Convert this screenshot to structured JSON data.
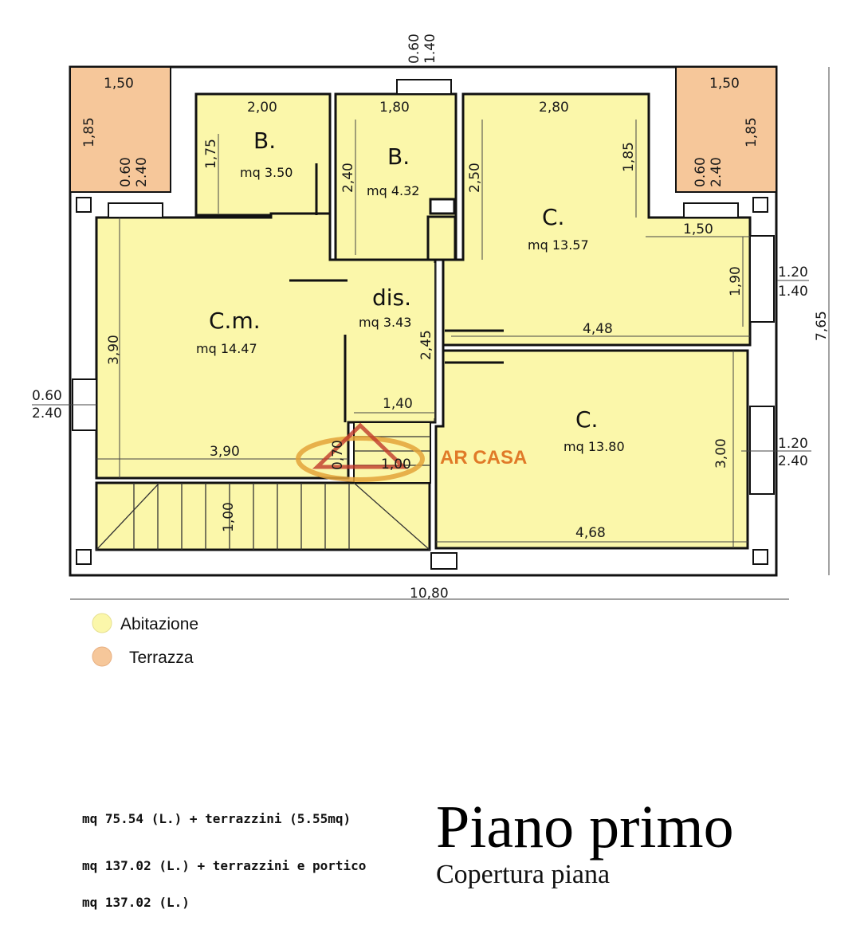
{
  "colors": {
    "abitazione": "#fbf7aa",
    "terrazza": "#f6c79a",
    "wall": "#111111",
    "logo": "#e07a28"
  },
  "legend": {
    "abitazione": "Abitazione",
    "terrazza": "Terrazza"
  },
  "rooms": {
    "bagno1": {
      "name": "B.",
      "area": "mq 3.50"
    },
    "bagno2": {
      "name": "B.",
      "area": "mq 4.32"
    },
    "camera1": {
      "name": "C.",
      "area": "mq 13.57"
    },
    "camera_matrimoniale": {
      "name": "C.m.",
      "area": "mq 14.47"
    },
    "disimpegno": {
      "name": "dis.",
      "area": "mq 3.43"
    },
    "camera2": {
      "name": "C.",
      "area": "mq 13.80"
    }
  },
  "dimensions": {
    "terrace_left_w": "1,50",
    "terrace_left_h": "1,85",
    "terrace_right_w": "1,50",
    "terrace_right_h": "1,85",
    "win_top_a": "0.60",
    "win_top_b": "1.40",
    "win_tl_a": "0.60",
    "win_tl_b": "2.40",
    "win_tr_a": "0.60",
    "win_tr_b": "2.40",
    "b1_w": "2,00",
    "b1_h": "1,75",
    "b2_w": "1,80",
    "b2_h": "2,40",
    "c1_w": "2,80",
    "c1_h": "1,85",
    "c1_h2": "2,50",
    "c1_step": "1,50",
    "c1_side": "1,90",
    "c1_bottom": "4,48",
    "win_r1_a": "1.20",
    "win_r1_b": "1.40",
    "total_h": "7,65",
    "cm_h": "3,90",
    "cm_w": "3,90",
    "dis_h": "2,45",
    "stair_top": "1,40",
    "stair_v": "0,70",
    "stair_mid": "1,00",
    "stair_bottom": "1,00",
    "win_l_a": "0.60",
    "win_l_b": "2.40",
    "c2_h": "3,00",
    "c2_w": "4,68",
    "win_r2_a": "1.20",
    "win_r2_b": "2.40",
    "total_w": "10,80"
  },
  "logo": {
    "text": "AR CASA"
  },
  "summary": {
    "line1": "mq 75.54 (L.) + terrazzini (5.55mq)",
    "line2": "mq 137.02 (L.) + terrazzini e portico",
    "line3": "mq 137.02 (L.)"
  },
  "title": "Piano primo",
  "subtitle": "Copertura piana"
}
